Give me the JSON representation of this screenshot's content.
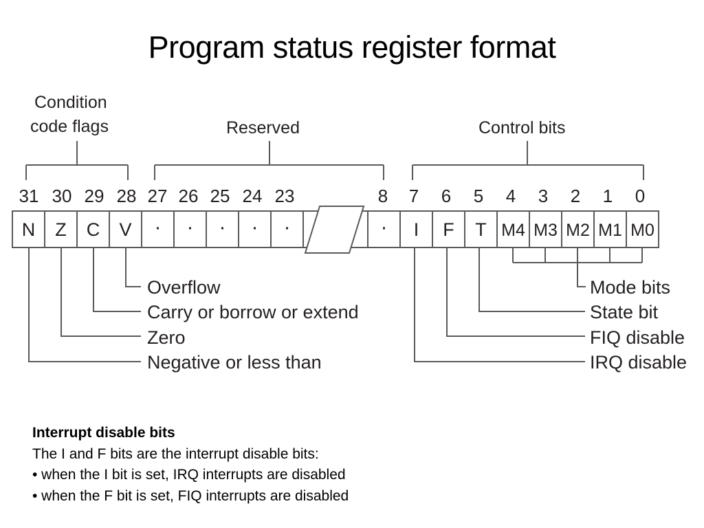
{
  "title": "Program status register format",
  "diagram": {
    "groups": [
      {
        "name": "condition-code-flags",
        "label_line1": "Condition",
        "label_line2": "code flags"
      },
      {
        "name": "reserved",
        "label_line1": "Reserved",
        "label_line2": ""
      },
      {
        "name": "control-bits",
        "label_line1": "Control bits",
        "label_line2": ""
      }
    ],
    "bit_numbers": [
      "31",
      "30",
      "29",
      "28",
      "27",
      "26",
      "25",
      "24",
      "23",
      "8",
      "7",
      "6",
      "5",
      "4",
      "3",
      "2",
      "1",
      "0"
    ],
    "cells": [
      {
        "bit": "31",
        "label": "N"
      },
      {
        "bit": "30",
        "label": "Z"
      },
      {
        "bit": "29",
        "label": "C"
      },
      {
        "bit": "28",
        "label": "V"
      },
      {
        "bit": "27",
        "label": "·"
      },
      {
        "bit": "26",
        "label": "·"
      },
      {
        "bit": "25",
        "label": "·"
      },
      {
        "bit": "24",
        "label": "·"
      },
      {
        "bit": "23",
        "label": "·"
      },
      {
        "bit": "break",
        "label": ""
      },
      {
        "bit": "8",
        "label": "·"
      },
      {
        "bit": "7",
        "label": "I"
      },
      {
        "bit": "6",
        "label": "F"
      },
      {
        "bit": "5",
        "label": "T"
      },
      {
        "bit": "4",
        "label": "M4"
      },
      {
        "bit": "3",
        "label": "M3"
      },
      {
        "bit": "2",
        "label": "M2"
      },
      {
        "bit": "1",
        "label": "M1"
      },
      {
        "bit": "0",
        "label": "M0"
      }
    ],
    "callouts_left": [
      {
        "name": "overflow",
        "label": "Overflow"
      },
      {
        "name": "carry",
        "label": "Carry or borrow or extend"
      },
      {
        "name": "zero",
        "label": "Zero"
      },
      {
        "name": "negative",
        "label": "Negative or less than"
      }
    ],
    "callouts_right": [
      {
        "name": "mode-bits",
        "label": "Mode bits"
      },
      {
        "name": "state-bit",
        "label": "State bit"
      },
      {
        "name": "fiq-disable",
        "label": "FIQ disable"
      },
      {
        "name": "irq-disable",
        "label": "IRQ disable"
      }
    ]
  },
  "notes": {
    "heading": "Interrupt disable bits",
    "intro": "The I and F bits are the interrupt disable bits:",
    "bullets": [
      "• when the I bit is set, IRQ interrupts are disabled",
      "• when the F bit is set, FIQ interrupts are disabled"
    ]
  }
}
